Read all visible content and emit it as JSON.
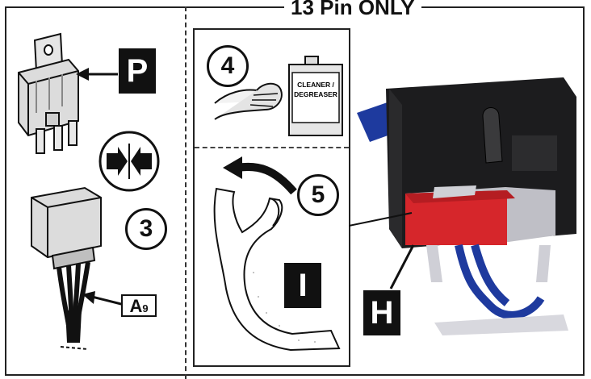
{
  "title": "13 Pin ONLY",
  "steps": {
    "step3": "3",
    "step4": "4",
    "step5": "5"
  },
  "labels": {
    "P": "P",
    "I": "I",
    "H": "H",
    "A_main": "A",
    "A_sub": "9"
  },
  "can": {
    "line1": "CLEANER /",
    "line2": "DEGREASER"
  },
  "icons": [
    "relay-icon",
    "push-together-icon",
    "harness-connector-icon",
    "hand-wiping-icon",
    "cleaner-can-icon",
    "curved-arrow-icon",
    "adhesive-strip-icon",
    "module-bracket-icon"
  ],
  "colors": {
    "connector_red": "#d6262b",
    "connector_gray": "#bfbfc6",
    "module_black": "#1c1c1e",
    "wire_blue": "#1e3a9e"
  }
}
